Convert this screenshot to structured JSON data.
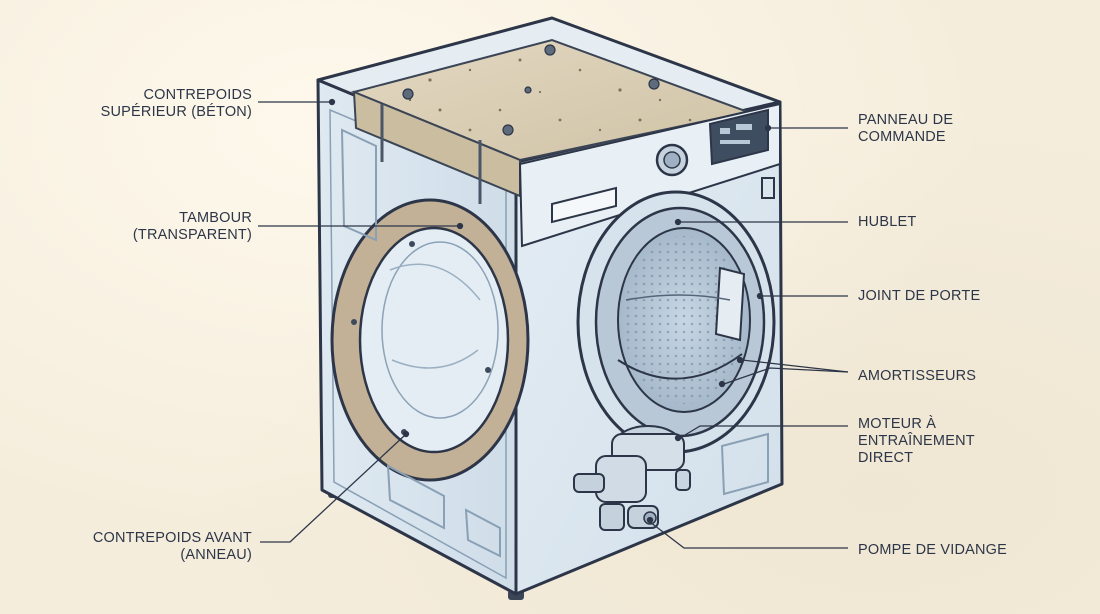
{
  "labels": {
    "counterweight_top": [
      "CONTREPOIDS",
      "SUPÉRIEUR (BÉTON)"
    ],
    "drum": [
      "TAMBOUR",
      "(TRANSPARENT)"
    ],
    "counterweight_front": [
      "CONTREPOIDS AVANT",
      "(ANNEAU)"
    ],
    "control_panel": [
      "PANNEAU DE",
      "COMMANDE"
    ],
    "porthole": [
      "HUBLET"
    ],
    "door_seal": [
      "JOINT DE PORTE"
    ],
    "shock_absorbers": [
      "AMORTISSEURS"
    ],
    "motor": [
      "MOTEUR À",
      "ENTRAÎNEMENT",
      "DIRECT"
    ],
    "drain_pump": [
      "POMPE DE VIDANGE"
    ]
  },
  "colors": {
    "paper": "#f5eddc",
    "ink": "#2d3648",
    "glass": "#dbe8f2",
    "concrete": "#d9cdb3",
    "ring": "#c9b9a0"
  }
}
